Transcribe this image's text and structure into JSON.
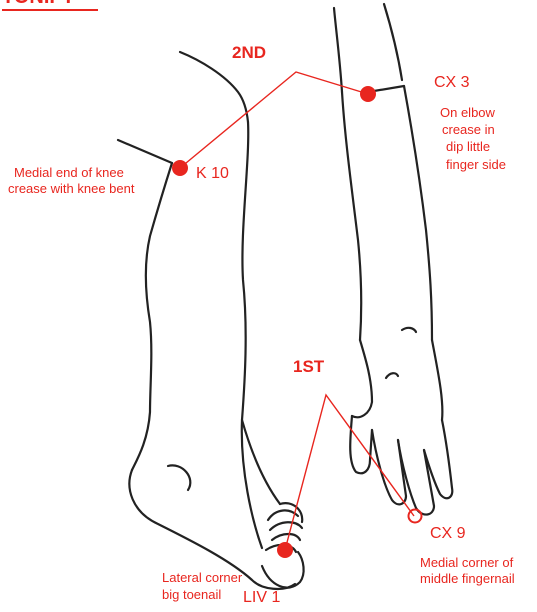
{
  "title": "TONIFY",
  "colors": {
    "accent": "#e8261f",
    "outline": "#222222",
    "background": "#ffffff"
  },
  "steps": {
    "first": "1ST",
    "second": "2ND"
  },
  "points": {
    "k10": {
      "code": "K 10",
      "desc_line1": "Medial end of knee",
      "desc_line2": "crease with knee bent"
    },
    "cx3": {
      "code": "CX 3",
      "desc_line1": "On elbow",
      "desc_line2": "crease in",
      "desc_line3": "dip little",
      "desc_line4": "finger side"
    },
    "cx9": {
      "code": "CX 9",
      "desc_line1": "Medial corner of",
      "desc_line2": "middle fingernail"
    },
    "liv1": {
      "code": "LIV 1",
      "desc_line1": "Lateral corner",
      "desc_line2": "big toenail"
    }
  }
}
